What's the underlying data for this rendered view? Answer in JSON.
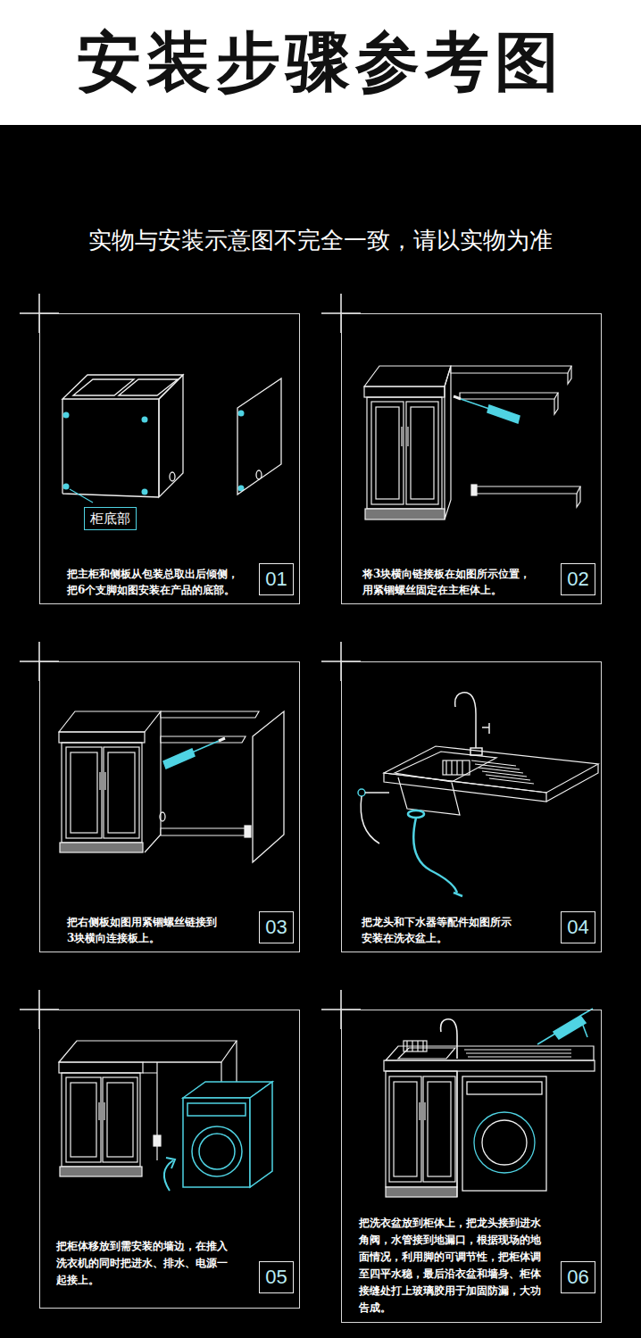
{
  "diagram": {
    "title": "安装步骤参考图",
    "nodes": [
      {
        "text": [
          "把主柜和侧板从包装总取出后倾侧， 把6个支脚如图安装在产品的底部。"
        ]
      },
      {
        "text": [
          "柜底部"
        ],
        "in": 0
      },
      {
        "text": [
          "01"
        ],
        "in": 0
      },
      {
        "text": [
          "将3块横向链接板在如图所示位置， 用紧锢螺丝固定在主柜体上。"
        ]
      },
      {
        "text": [
          "02"
        ],
        "in": 3
      },
      {
        "text": [
          "把右侧板如图用紧锢螺丝链接到 3块横向连接板上。"
        ]
      },
      {
        "text": [
          "03"
        ],
        "in": 5
      },
      {
        "text": [
          "把龙头和下水器等配件如图所示 安装在洗衣盆上。"
        ]
      },
      {
        "text": [
          "04"
        ],
        "in": 7
      },
      {
        "text": [
          "把柜体移放到需安装的墙边，在推入 洗衣机的同时把进水、排水、电源一 起接上。"
        ]
      },
      {
        "text": [
          "05"
        ],
        "in": 9
      },
      {
        "text": [
          "把洗衣盆放到柜体上，把龙头接到进水 角阀，水管接到地漏口，根据现场的地 面情况，利用脚的可调节性，把柜体调 至四平水稳，最后沿衣盆和墙身、柜体 接缝处打上玻璃胶用于加固防漏，大功 告成。"
        ]
      },
      {
        "text": [
          "06"
        ],
        "in": 11
      }
    ],
    "labels": [
      "实物与安装示意图不完全一致，请以实物为准"
    ]
  }
}
